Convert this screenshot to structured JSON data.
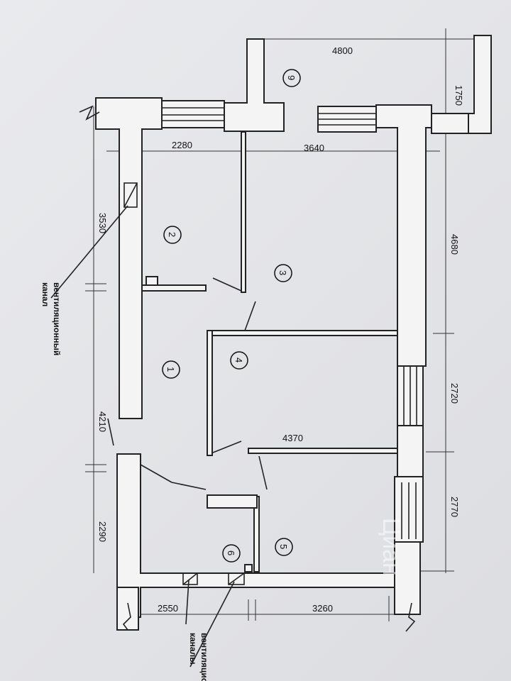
{
  "dimensions": {
    "top_width": "4800",
    "top_right_depth": "1750",
    "left_top": "3530",
    "left_mid": "4210",
    "left_bottom": "2290",
    "inner_2280": "2280",
    "inner_3640": "3640",
    "right_top": "4680",
    "right_mid": "2720",
    "right_bottom": "2770",
    "bottom_left": "2550",
    "bottom_right": "3260",
    "middle_4370": "4370"
  },
  "rooms": [
    "1",
    "2",
    "3",
    "4",
    "5",
    "6",
    "9"
  ],
  "labels": {
    "vent_single_line1": "вентиляционный",
    "vent_single_line2": "канал",
    "vent_plural_line1": "вентиляционные",
    "vent_plural_line2": "каналы"
  },
  "watermark": "Циан"
}
